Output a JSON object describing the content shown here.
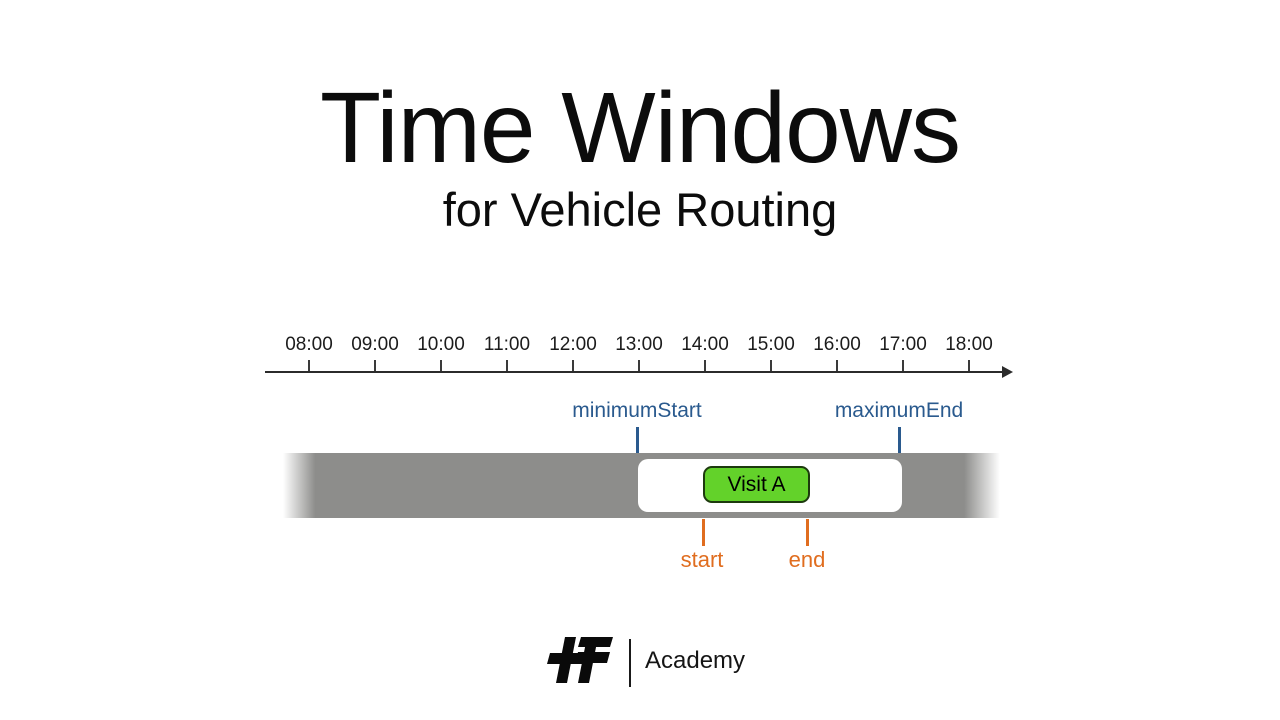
{
  "title": {
    "main": "Time Windows",
    "subtitle": "for Vehicle Routing"
  },
  "timeline": {
    "tick_labels": [
      "08:00",
      "09:00",
      "10:00",
      "11:00",
      "12:00",
      "13:00",
      "14:00",
      "15:00",
      "16:00",
      "17:00",
      "18:00"
    ]
  },
  "time_window": {
    "minimum_start_label": "minimumStart",
    "maximum_end_label": "maximumEnd",
    "window_start_time": "13:00",
    "window_end_time": "17:00"
  },
  "visit": {
    "label": "Visit A",
    "start_label": "start",
    "end_label": "end"
  },
  "footer": {
    "brand_text": "Academy"
  },
  "colors": {
    "annotation_blue": "#2a5a8e",
    "annotation_orange": "#e06d1f",
    "visit_green": "#63d22a",
    "visit_border": "#1d3a0e",
    "bar_gray": "#8d8d8b",
    "axis_black": "#2b2b2b"
  }
}
